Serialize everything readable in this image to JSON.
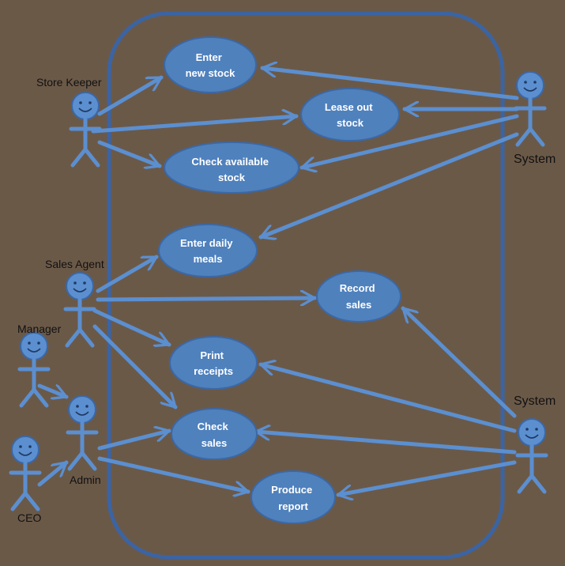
{
  "colors": {
    "background": "#6b5948",
    "boundary": "#3b64a3",
    "use_case_fill": "#4f81bd",
    "use_case_stroke": "#3b68a6",
    "connector": "#5b8fd0",
    "actor": "#5b8fd0",
    "use_case_text": "#ffffff",
    "label_text": "#111111"
  },
  "use_cases": {
    "enter_new_stock": [
      "Enter",
      "new stock"
    ],
    "lease_out_stock": [
      "Lease out",
      "stock"
    ],
    "check_available_stock": [
      "Check available",
      "stock"
    ],
    "enter_daily_meals": [
      "Enter daily",
      "meals"
    ],
    "record_sales": [
      "Record",
      "sales"
    ],
    "print_receipts": [
      "Print",
      "receipts"
    ],
    "check_sales": [
      "Check",
      "sales"
    ],
    "produce_report": [
      "Produce",
      "report"
    ]
  },
  "actors": {
    "store_keeper": "Store Keeper",
    "sales_agent": "Sales Agent",
    "manager": "Manager",
    "admin": "Admin",
    "ceo": "CEO",
    "system_top": "System",
    "system_bottom": "System"
  },
  "connections": [
    {
      "from": "store_keeper",
      "to": "enter_new_stock"
    },
    {
      "from": "store_keeper",
      "to": "lease_out_stock"
    },
    {
      "from": "store_keeper",
      "to": "check_available_stock"
    },
    {
      "from": "system_top",
      "to": "enter_new_stock"
    },
    {
      "from": "system_top",
      "to": "lease_out_stock"
    },
    {
      "from": "system_top",
      "to": "check_available_stock"
    },
    {
      "from": "system_top",
      "to": "enter_daily_meals"
    },
    {
      "from": "sales_agent",
      "to": "enter_daily_meals"
    },
    {
      "from": "sales_agent",
      "to": "record_sales"
    },
    {
      "from": "sales_agent",
      "to": "print_receipts"
    },
    {
      "from": "sales_agent",
      "to": "check_sales"
    },
    {
      "from": "manager",
      "to": "admin"
    },
    {
      "from": "ceo",
      "to": "admin"
    },
    {
      "from": "admin",
      "to": "check_sales"
    },
    {
      "from": "admin",
      "to": "produce_report"
    },
    {
      "from": "system_bottom",
      "to": "record_sales"
    },
    {
      "from": "system_bottom",
      "to": "print_receipts"
    },
    {
      "from": "system_bottom",
      "to": "check_sales"
    },
    {
      "from": "system_bottom",
      "to": "produce_report"
    }
  ]
}
